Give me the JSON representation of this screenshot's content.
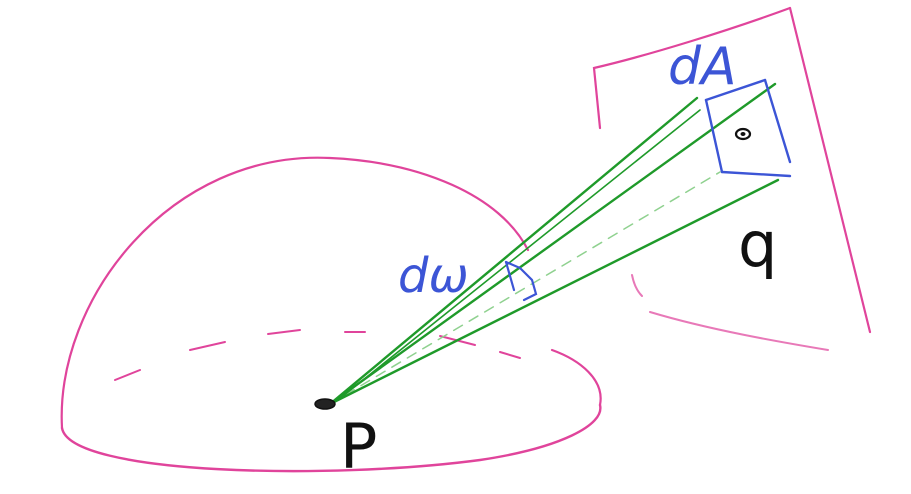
{
  "labels": {
    "dA": "dA",
    "dw": "dω",
    "q": "q",
    "p": "P"
  },
  "colors": {
    "pink": "#e0449b",
    "pink_light": "#e879b8",
    "green": "#1f9a2a",
    "green_light": "#8fd18f",
    "blue": "#3c55d6",
    "black": "#111111"
  }
}
